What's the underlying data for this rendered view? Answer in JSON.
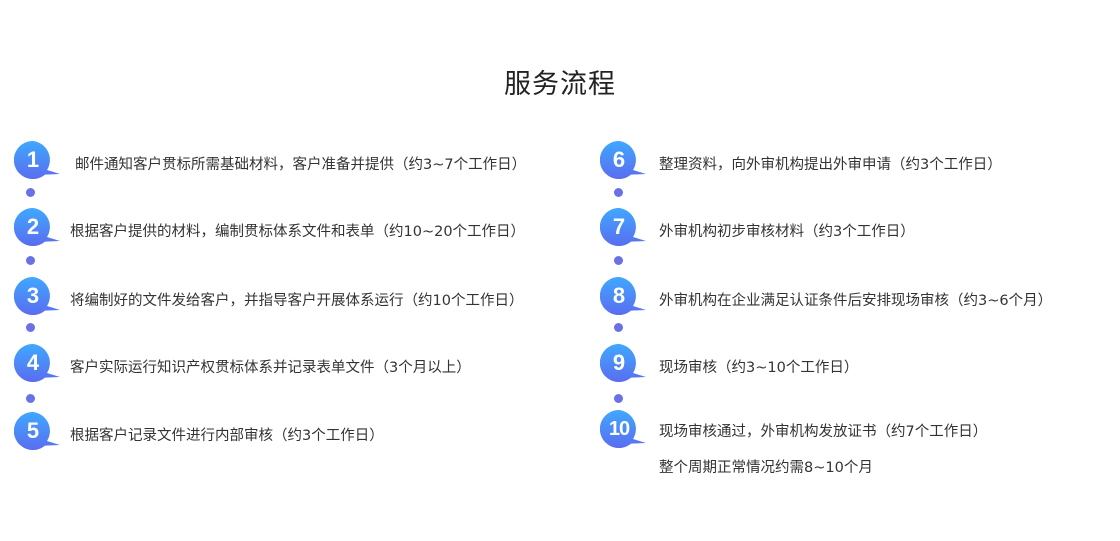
{
  "title": "服务流程",
  "colors": {
    "badge_top": "#3fa8ff",
    "badge_bottom": "#5a6df0",
    "connector": "#6a71e6"
  },
  "steps_left": [
    {
      "num": "1",
      "text": "邮件通知客户贯标所需基础材料，客户准备并提供（约3~7个工作日）"
    },
    {
      "num": "2",
      "text": "根据客户提供的材料，编制贯标体系文件和表单（约10~20个工作日）"
    },
    {
      "num": "3",
      "text": "将编制好的文件发给客户，并指导客户开展体系运行（约10个工作日）"
    },
    {
      "num": "4",
      "text": "客户实际运行知识产权贯标体系并记录表单文件（3个月以上）"
    },
    {
      "num": "5",
      "text": "根据客户记录文件进行内部审核（约3个工作日）"
    }
  ],
  "steps_right": [
    {
      "num": "6",
      "text": "整理资料，向外审机构提出外审申请（约3个工作日）"
    },
    {
      "num": "7",
      "text": "外审机构初步审核材料（约3个工作日）"
    },
    {
      "num": "8",
      "text": "外审机构在企业满足认证条件后安排现场审核（约3~6个月）"
    },
    {
      "num": "9",
      "text": "现场审核（约3~10个工作日）"
    },
    {
      "num": "10",
      "text": "现场审核通过，外审机构发放证书（约7个工作日）"
    }
  ],
  "summary": "整个周期正常情况约需8~10个月"
}
